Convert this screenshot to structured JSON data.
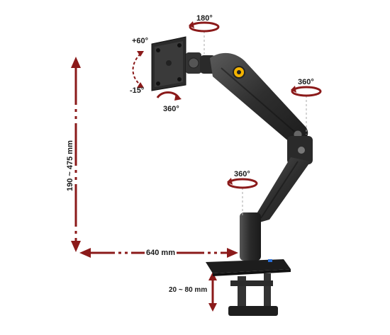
{
  "labels": {
    "tilt_up": "+60°",
    "tilt_down": "-15°",
    "plate_rotate": "360°",
    "top_rotate": "180°",
    "elbow_rotate": "360°",
    "base_rotate": "360°",
    "height_range": "190 ~ 475 mm",
    "reach": "640 mm",
    "clamp_range": "20 ~ 80 mm"
  },
  "colors": {
    "arrow": "#8b1a1a",
    "arm_dark": "#2b2b2b",
    "arm_mid": "#4a4a4a",
    "accent": "#f5b400",
    "base_blue": "#2a6fd6"
  },
  "icons": [
    "rotation-arrow-icon",
    "dimension-arrow-icon",
    "logo-badge-icon"
  ]
}
